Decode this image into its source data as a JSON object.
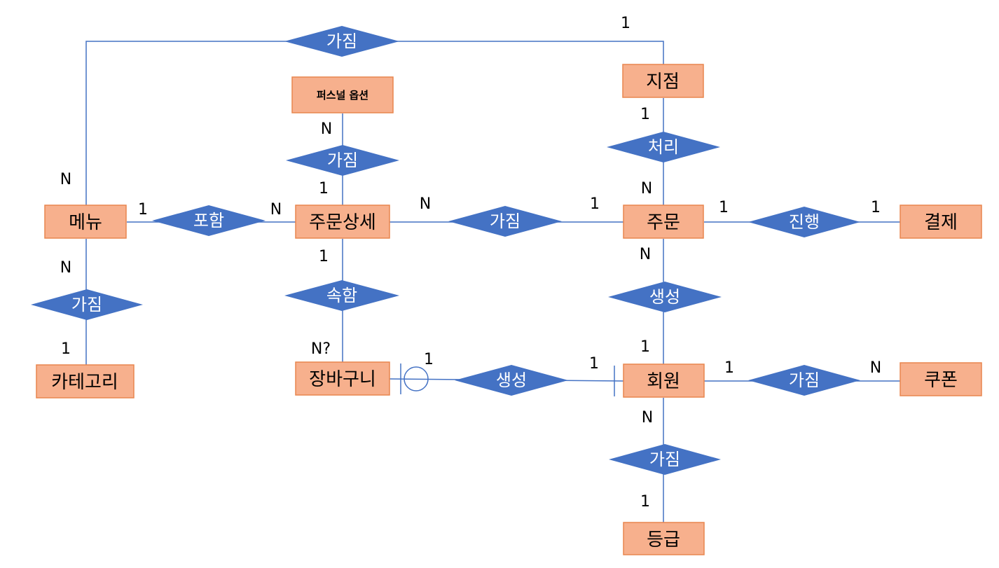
{
  "colors": {
    "entity_fill": "#f7b08d",
    "entity_stroke": "#e8864e",
    "relation_fill": "#4472c4",
    "line": "#4472c4"
  },
  "entities": {
    "menu": "메뉴",
    "category": "카테고리",
    "order_detail": "주문상세",
    "personal_option": "퍼스널 옵션",
    "cart": "장바구니",
    "branch": "지점",
    "order": "주문",
    "payment": "결제",
    "member": "회원",
    "coupon": "쿠폰",
    "grade": "등급"
  },
  "relations": {
    "menu_branch": "가짐",
    "menu_category": "가짐",
    "menu_detail": "포함",
    "detail_option": "가짐",
    "detail_cart": "속함",
    "detail_order": "가짐",
    "branch_order": "처리",
    "order_payment": "진행",
    "order_member": "생성",
    "cart_member": "생성",
    "member_coupon": "가짐",
    "member_grade": "가짐"
  },
  "cardinalities": {
    "branch_top": "1",
    "menu_top": "N",
    "menu_detail_left": "1",
    "menu_detail_right": "N",
    "menu_bottom": "N",
    "category_top": "1",
    "option_bottom": "N",
    "detail_top": "1",
    "detail_bottom": "1",
    "cart_top": "N?",
    "detail_right": "N",
    "order_left": "1",
    "branch_bottom": "1",
    "order_top": "N",
    "order_right": "1",
    "payment_left": "1",
    "order_bottom": "N",
    "member_top": "1",
    "cart_right": "1",
    "member_left": "1",
    "member_right": "1",
    "coupon_left": "N",
    "member_bottom": "N",
    "grade_top": "1"
  }
}
